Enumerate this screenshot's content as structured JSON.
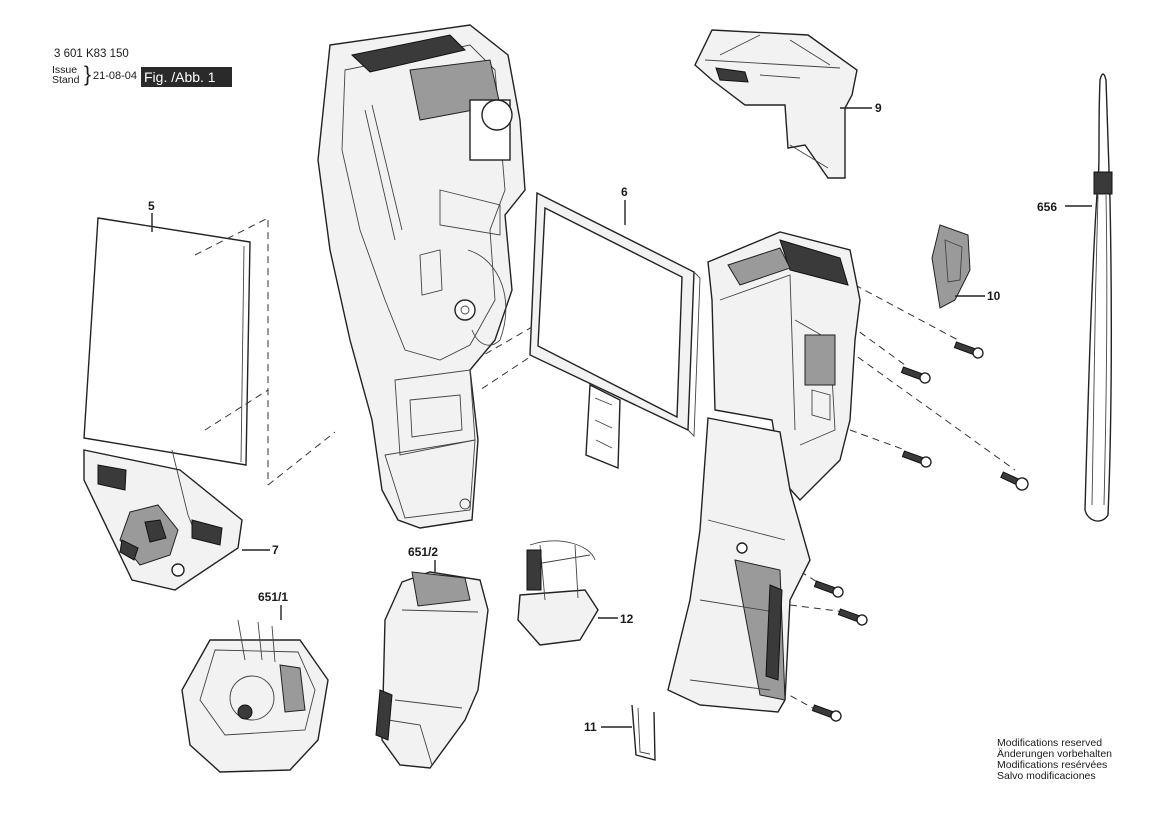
{
  "header": {
    "drawing_number": "3 601 K83 150",
    "issue_label": "Issue",
    "stand_label": "Stand",
    "date": "21-08-04",
    "figure_label": "Fig. /Abb. 1"
  },
  "parts": [
    {
      "id": "p5",
      "label": "5"
    },
    {
      "id": "p6",
      "label": "6"
    },
    {
      "id": "p7",
      "label": "7"
    },
    {
      "id": "p9",
      "label": "9"
    },
    {
      "id": "p10",
      "label": "10"
    },
    {
      "id": "p11",
      "label": "11"
    },
    {
      "id": "p12",
      "label": "12"
    },
    {
      "id": "p651_1",
      "label": "651/1"
    },
    {
      "id": "p651_2",
      "label": "651/2"
    },
    {
      "id": "p656",
      "label": "656"
    }
  ],
  "notice": {
    "en": "Modifications reserved",
    "de": "Änderungen vorbehalten",
    "fr": "Modifications resérvées",
    "es": "Salvo modificaciones"
  }
}
